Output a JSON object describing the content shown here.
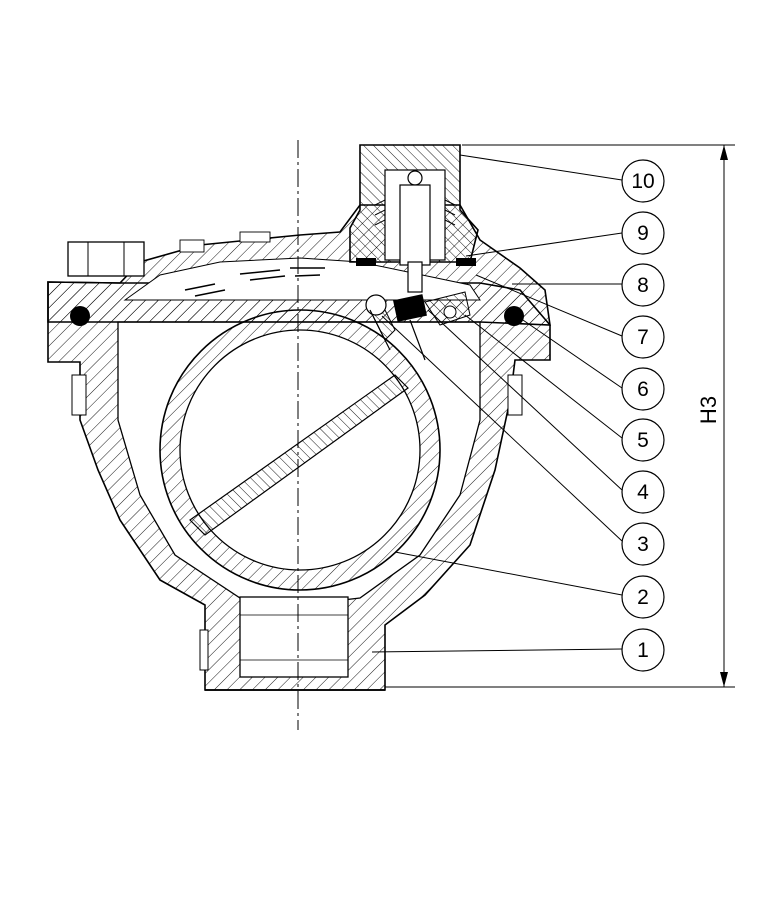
{
  "drawing": {
    "part_numbers": [
      "1",
      "2",
      "3",
      "4",
      "5",
      "6",
      "7",
      "8",
      "9",
      "10"
    ],
    "dimension_label": "H3",
    "line_color": "#000000",
    "background": "#ffffff"
  }
}
